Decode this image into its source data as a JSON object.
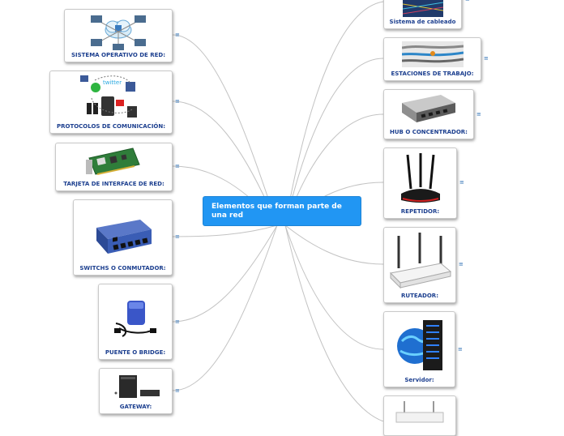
{
  "central": {
    "title": "Elementos que forman parte de una red"
  },
  "left_nodes": [
    {
      "label": "SISTEMA OPERATIVO DE RED:",
      "image": "network-cloud-computers"
    },
    {
      "label": "PROTOCOLOS DE COMUNICACIÓN:",
      "image": "social-apps-icons"
    },
    {
      "label": "TARJETA DE INTERFACE DE RED:",
      "image": "network-card"
    },
    {
      "label": "SWITCHS O CONMUTADOR:",
      "image": "blue-switch"
    },
    {
      "label": "PUENTE O BRIDGE:",
      "image": "bridge-adapter"
    },
    {
      "label": "GATEWAY:",
      "image": "gateway-devices"
    }
  ],
  "right_nodes": [
    {
      "label": "Sistema de cableado",
      "image": "cabling-panel"
    },
    {
      "label": "ESTACIONES DE TRABAJO:",
      "image": "cables"
    },
    {
      "label": "HUB O CONCENTRADOR:",
      "image": "hub-device"
    },
    {
      "label": "REPETIDOR:",
      "image": "repeater-router"
    },
    {
      "label": "RUTEADOR:",
      "image": "white-router"
    },
    {
      "label": "Servidor:",
      "image": "server-globe"
    },
    {
      "label": "",
      "image": "white-router-partial"
    }
  ],
  "note_icon": "≡",
  "colors": {
    "central": "#2196f3",
    "label": "#1c3f8f",
    "link": "#c3c3c3",
    "note": "#2c6fb3"
  }
}
